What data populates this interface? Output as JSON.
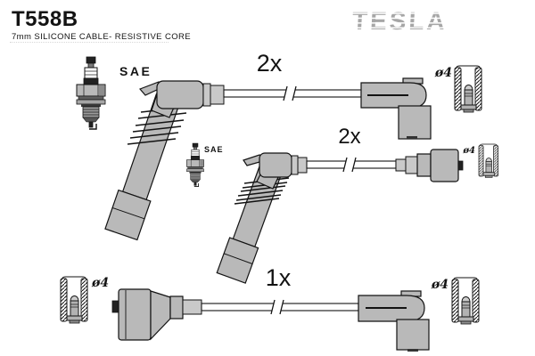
{
  "header": {
    "part_number": "T558B",
    "subtitle": "7mm SILICONE CABLE- RESISTIVE CORE"
  },
  "brand": {
    "name": "TESLA"
  },
  "diagram": {
    "assemblies": [
      {
        "position": "top",
        "quantity": "2x",
        "plug_label": "SAE",
        "terminal_label": "ø4"
      },
      {
        "position": "middle",
        "quantity": "2x",
        "plug_label": "SAE",
        "terminal_label": "ø4"
      },
      {
        "position": "bottom",
        "quantity": "1x",
        "terminal_label_left": "ø4",
        "terminal_label_right": "ø4"
      }
    ]
  },
  "colors": {
    "paper": "#ffffff",
    "ink": "#131313",
    "metal_gray": "#b9b9b9",
    "metal_light": "#c9c9c9",
    "logo_gray": "#a6a6a6",
    "plug_dark": "#222222"
  }
}
